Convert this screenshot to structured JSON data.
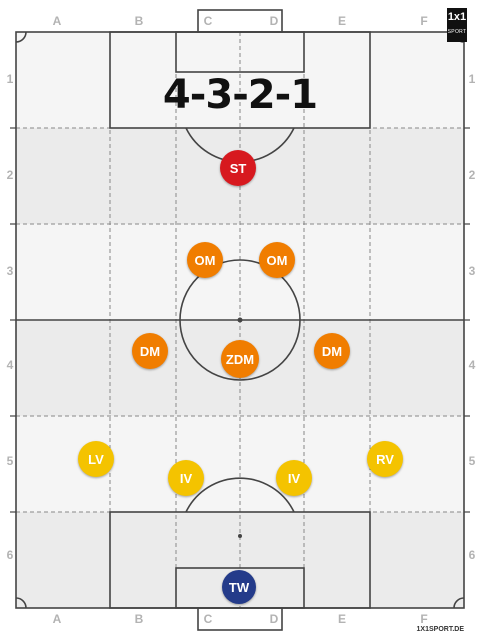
{
  "title": "4-3-2-1",
  "columns": [
    "A",
    "B",
    "C",
    "D",
    "E",
    "F"
  ],
  "rows": [
    "1",
    "2",
    "3",
    "4",
    "5",
    "6"
  ],
  "brand": {
    "logo_text": "1x1",
    "logo_subtext": "SPORT",
    "url": "1X1SPORT.DE"
  },
  "colors": {
    "striker": "#d7191f",
    "attacking_mid": "#f07d00",
    "defensive_mid": "#f07d00",
    "defender": "#f4c300",
    "goalkeeper": "#243b8a",
    "pitch_light": "#f5f5f5",
    "pitch_dark": "#ebebeb",
    "lines": "#444444",
    "grid": "#888888"
  },
  "players": [
    {
      "id": "st",
      "label": "ST",
      "role": "striker"
    },
    {
      "id": "om-l",
      "label": "OM",
      "role": "attacking_mid"
    },
    {
      "id": "om-r",
      "label": "OM",
      "role": "attacking_mid"
    },
    {
      "id": "dm-l",
      "label": "DM",
      "role": "defensive_mid"
    },
    {
      "id": "zdm",
      "label": "ZDM",
      "role": "defensive_mid"
    },
    {
      "id": "dm-r",
      "label": "DM",
      "role": "defensive_mid"
    },
    {
      "id": "lv",
      "label": "LV",
      "role": "defender"
    },
    {
      "id": "iv-l",
      "label": "IV",
      "role": "defender"
    },
    {
      "id": "iv-r",
      "label": "IV",
      "role": "defender"
    },
    {
      "id": "rv",
      "label": "RV",
      "role": "defender"
    },
    {
      "id": "tw",
      "label": "TW",
      "role": "goalkeeper"
    }
  ]
}
